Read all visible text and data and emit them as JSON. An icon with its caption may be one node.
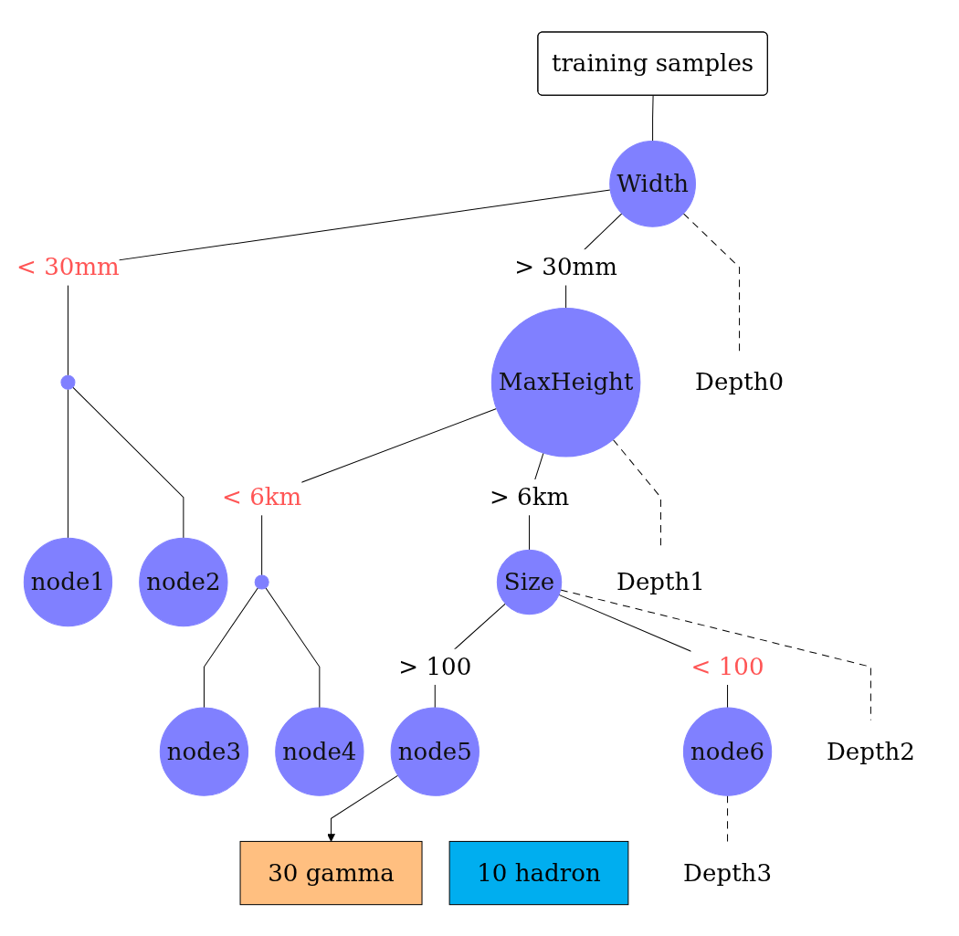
{
  "diagram": {
    "nodes": [
      {
        "text": [
          "training samples"
        ]
      },
      {
        "text": [
          "Width"
        ]
      },
      {
        "text": [],
        "shape": "circle"
      },
      {
        "text": [
          "MaxHeight"
        ]
      },
      {
        "text": [
          "node1"
        ]
      },
      {
        "text": [
          "node2"
        ]
      },
      {
        "text": [],
        "shape": "circle"
      },
      {
        "text": [
          "Size"
        ]
      },
      {
        "text": [
          "node3"
        ]
      },
      {
        "text": [
          "node4"
        ]
      },
      {
        "text": [
          "node5"
        ]
      },
      {
        "text": [
          "node6"
        ]
      },
      {
        "text": [
          "30 gamma"
        ]
      },
      {
        "text": [
          "10 hadron"
        ]
      },
      {
        "text": [
          "Depth0"
        ]
      },
      {
        "text": [
          "Depth1"
        ]
      },
      {
        "text": [
          "Depth2"
        ]
      },
      {
        "text": [
          "Depth3"
        ]
      }
    ],
    "edges": [
      {
        "from": 0,
        "to": 1,
        "arrow": "none"
      },
      {
        "from": 1,
        "to": 2,
        "label": "< 30mm",
        "arrow": "none"
      },
      {
        "from": 1,
        "to": 3,
        "label": "> 30mm",
        "arrow": "none"
      },
      {
        "from": 2,
        "to": 4,
        "arrow": "none"
      },
      {
        "from": 2,
        "to": 5,
        "arrow": "none"
      },
      {
        "from": 3,
        "to": 6,
        "label": "< 6km",
        "arrow": "none"
      },
      {
        "from": 3,
        "to": 7,
        "label": "> 6km",
        "arrow": "none"
      },
      {
        "from": 6,
        "to": 8,
        "arrow": "none"
      },
      {
        "from": 6,
        "to": 9,
        "arrow": "none"
      },
      {
        "from": 7,
        "to": 10,
        "label": "> 100",
        "arrow": "none"
      },
      {
        "from": 7,
        "to": 11,
        "label": "< 100",
        "arrow": "none"
      },
      {
        "from": 10,
        "to": 12,
        "arrow": "to"
      },
      {
        "from": 1,
        "to": 14,
        "arrow": "none",
        "style": "dashed"
      },
      {
        "from": 3,
        "to": 15,
        "arrow": "none",
        "style": "dashed"
      },
      {
        "from": 7,
        "to": 16,
        "arrow": "none",
        "style": "dashed"
      },
      {
        "from": 11,
        "to": 17,
        "arrow": "none",
        "style": "dashed"
      }
    ]
  }
}
